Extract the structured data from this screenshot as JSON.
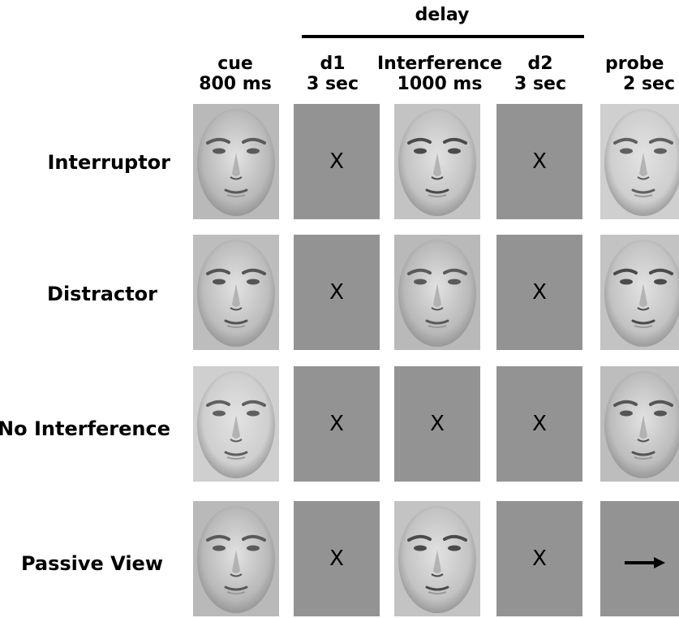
{
  "header": {
    "delay": "delay",
    "columns": [
      {
        "id": "cue",
        "line1": "cue",
        "line2": "800 ms"
      },
      {
        "id": "d1",
        "line1": "d1",
        "line2": "3 sec"
      },
      {
        "id": "interference",
        "line1": "Interference",
        "line2": "1000 ms"
      },
      {
        "id": "d2",
        "line1": "d2",
        "line2": "3 sec"
      },
      {
        "id": "probe",
        "line1": "probe",
        "line2": "2 sec"
      }
    ]
  },
  "rows": [
    {
      "label": "Interruptor",
      "cells": [
        "face",
        "X",
        "face",
        "X",
        "face"
      ]
    },
    {
      "label": "Distractor",
      "cells": [
        "face",
        "X",
        "face",
        "X",
        "face"
      ]
    },
    {
      "label": "No Interference",
      "cells": [
        "face",
        "X",
        "X",
        "X",
        "face"
      ]
    },
    {
      "label": "Passive View",
      "cells": [
        "face",
        "X",
        "face",
        "X",
        "arrow"
      ]
    }
  ],
  "symbols": {
    "fixation": "X",
    "arrow": "→"
  },
  "colors": {
    "background": "#ffffff",
    "panel": "#939393",
    "text": "#000000"
  }
}
